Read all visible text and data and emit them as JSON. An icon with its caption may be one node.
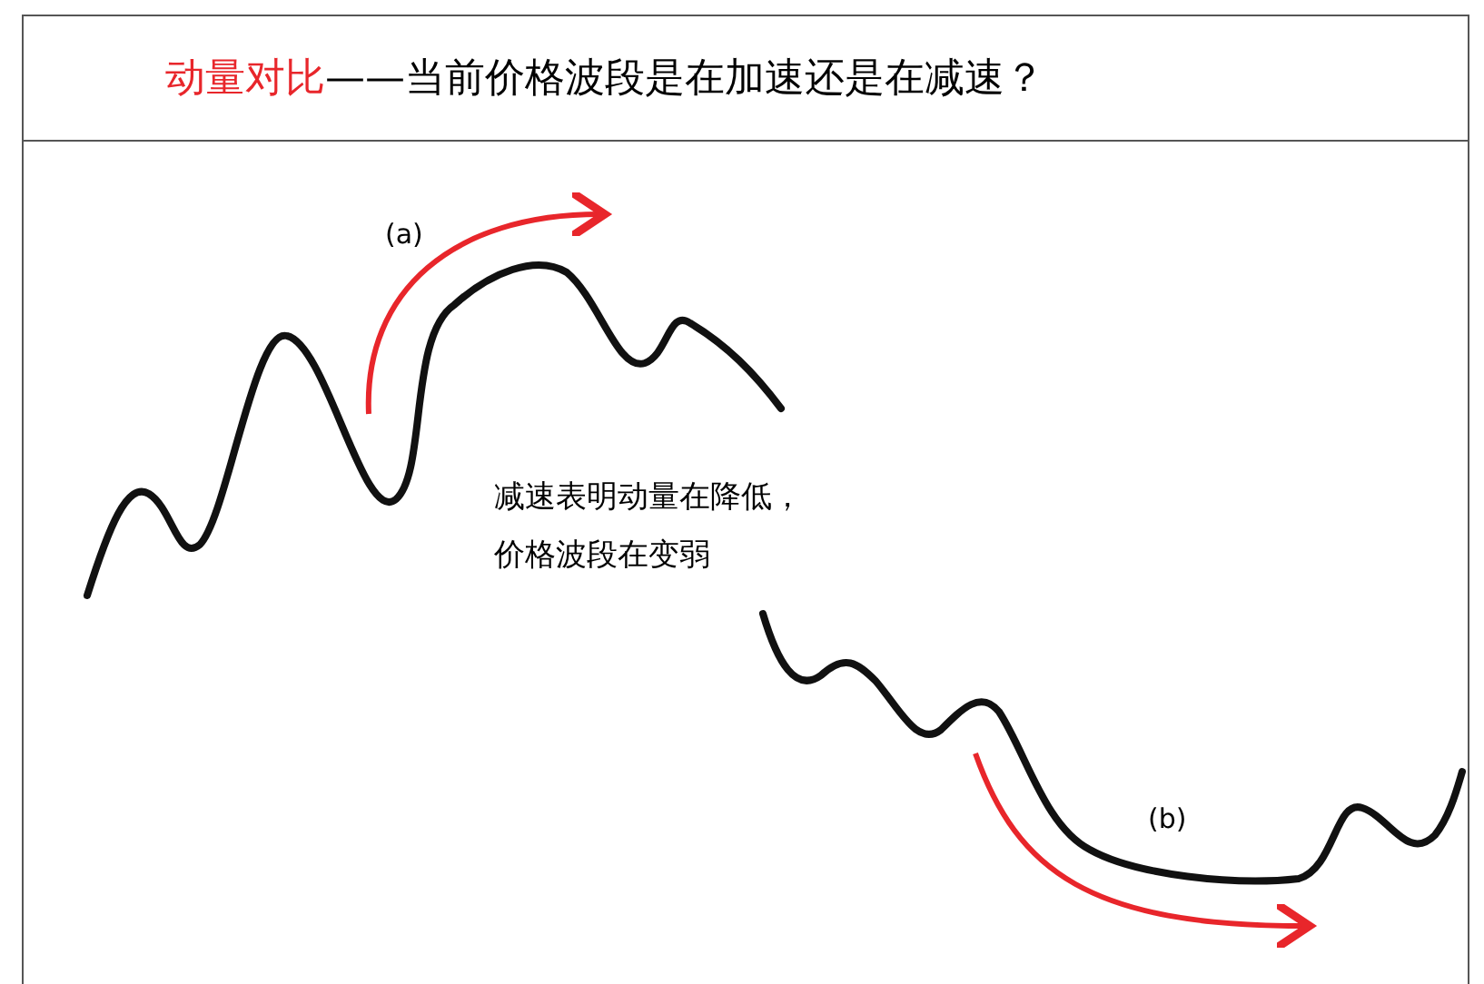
{
  "diagram": {
    "title": "动量对比",
    "labels": [
      "——当前价格波段是在加速还是在减速？",
      "(a)",
      "减速表明动量在降低，价格波段在变弱",
      "(b)"
    ]
  }
}
